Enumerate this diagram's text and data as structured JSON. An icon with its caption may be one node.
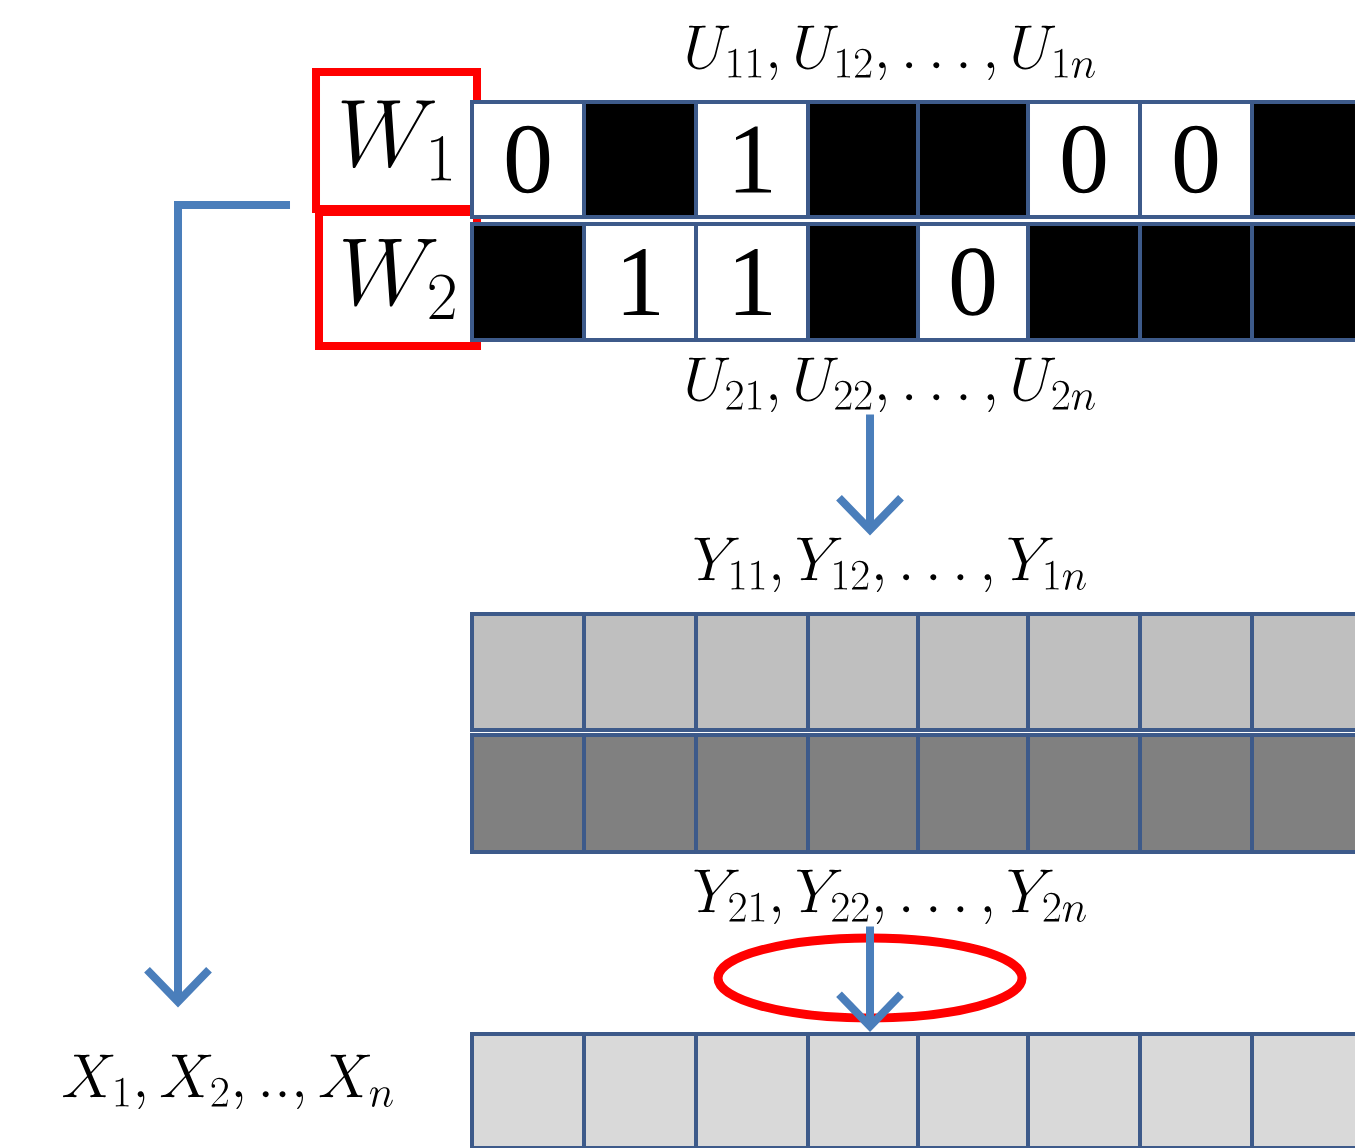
{
  "diagram": {
    "nodes": [
      {
        "text": [
          "W_1"
        ]
      },
      {
        "text": [
          "W_2"
        ]
      },
      {
        "text": [
          "U_{11}, U_{12}, \\ldots, U_{1n}"
        ]
      },
      {
        "text": [
          "0"
        ],
        "in": 2
      },
      {
        "text": [],
        "shape": "box",
        "in": 2
      },
      {
        "text": [
          "1"
        ],
        "in": 2
      },
      {
        "text": [],
        "shape": "box",
        "in": 2
      },
      {
        "text": [],
        "shape": "box",
        "in": 2
      },
      {
        "text": [
          "0"
        ],
        "in": 2
      },
      {
        "text": [
          "0"
        ],
        "in": 2
      },
      {
        "text": [],
        "shape": "box",
        "in": 2
      },
      {
        "text": [
          "U_{21}, U_{22}, \\ldots, U_{2n}"
        ]
      },
      {
        "text": [],
        "shape": "box",
        "in": 11
      },
      {
        "text": [
          "1"
        ],
        "in": 11
      },
      {
        "text": [
          "1"
        ],
        "in": 11
      },
      {
        "text": [],
        "shape": "box",
        "in": 11
      },
      {
        "text": [
          "0"
        ],
        "in": 11
      },
      {
        "text": [],
        "shape": "box",
        "in": 11
      },
      {
        "text": [],
        "shape": "box",
        "in": 11
      },
      {
        "text": [],
        "shape": "box",
        "in": 11
      },
      {
        "text": [
          "Y_{11}, Y_{12}, \\ldots, Y_{1n}"
        ]
      },
      {
        "text": [],
        "shape": "box",
        "in": 20
      },
      {
        "text": [],
        "shape": "box",
        "in": 20
      },
      {
        "text": [],
        "shape": "box",
        "in": 20
      },
      {
        "text": [],
        "shape": "box",
        "in": 20
      },
      {
        "text": [],
        "shape": "box",
        "in": 20
      },
      {
        "text": [],
        "shape": "box",
        "in": 20
      },
      {
        "text": [],
        "shape": "box",
        "in": 20
      },
      {
        "text": [],
        "shape": "box",
        "in": 20
      },
      {
        "text": [
          "Y_{21}, Y_{22}, \\ldots, Y_{2n}"
        ]
      },
      {
        "text": [],
        "shape": "box",
        "in": 29
      },
      {
        "text": [],
        "shape": "box",
        "in": 29
      },
      {
        "text": [],
        "shape": "box",
        "in": 29
      },
      {
        "text": [],
        "shape": "box",
        "in": 29
      },
      {
        "text": [],
        "shape": "box",
        "in": 29
      },
      {
        "text": [],
        "shape": "box",
        "in": 29
      },
      {
        "text": [],
        "shape": "box",
        "in": 29
      },
      {
        "text": [],
        "shape": "box",
        "in": 29
      },
      {
        "text": [
          "X_1, X_2, .., X_n"
        ]
      },
      {
        "text": [],
        "shape": "box"
      },
      {
        "text": [],
        "shape": "box",
        "in": 39
      },
      {
        "text": [],
        "shape": "box",
        "in": 39
      },
      {
        "text": [],
        "shape": "box",
        "in": 39
      },
      {
        "text": [],
        "shape": "box",
        "in": 39
      },
      {
        "text": [],
        "shape": "box",
        "in": 39
      },
      {
        "text": [],
        "shape": "box",
        "in": 39
      },
      {
        "text": [],
        "shape": "box",
        "in": 39
      },
      {
        "text": [],
        "shape": "box",
        "in": 39
      }
    ],
    "edges": [
      {
        "from": 0,
        "to": 38,
        "arrow": "to"
      },
      {
        "from": 11,
        "to": 20,
        "arrow": "to"
      },
      {
        "from": 29,
        "to": 39,
        "arrow": "to"
      }
    ]
  }
}
